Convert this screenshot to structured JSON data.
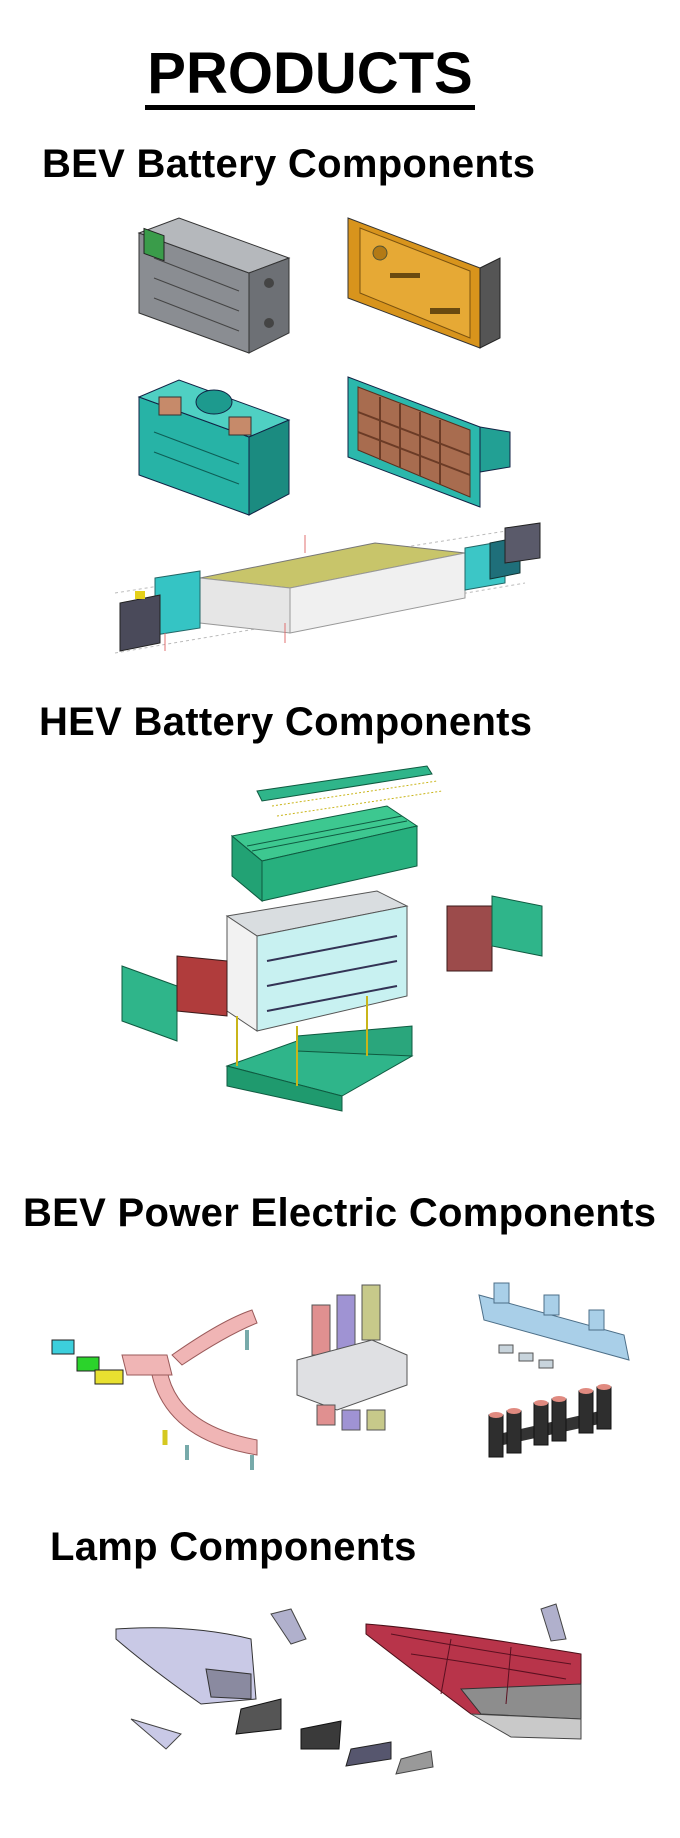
{
  "page": {
    "title": "PRODUCTS",
    "sections": [
      {
        "heading": "BEV Battery Components"
      },
      {
        "heading": "HEV Battery Components"
      },
      {
        "heading": "BEV Power Electric Components"
      },
      {
        "heading": "Lamp Components"
      }
    ]
  }
}
